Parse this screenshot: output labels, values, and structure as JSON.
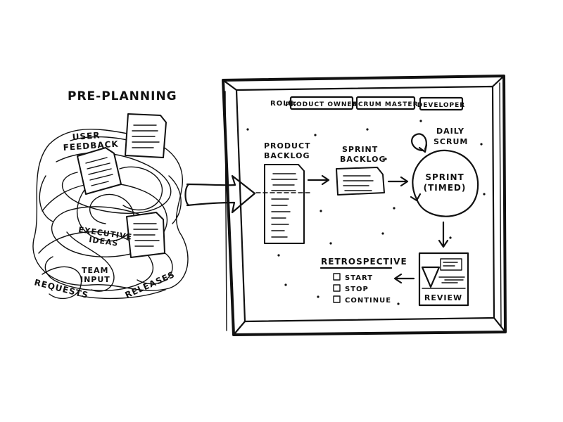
{
  "preplanning": {
    "title": "PRE-PLANNING",
    "labels": {
      "user_feedback_line1": "USER",
      "user_feedback_line2": "FEEDBACK",
      "executive_ideas_line1": "EXECUTIVE",
      "executive_ideas_line2": "IDEAS",
      "team_input_line1": "TEAM",
      "team_input_line2": "INPUT",
      "requests": "REQUESTS",
      "releases": "RELEASES"
    }
  },
  "scrum": {
    "role_label": "ROLE:",
    "roles": [
      "PRODUCT OWNER",
      "SCRUM MASTER",
      "DEVELOPER"
    ],
    "product_backlog_line1": "PRODUCT",
    "product_backlog_line2": "BACKLOG",
    "sprint_backlog_line1": "SPRINT",
    "sprint_backlog_line2": "BACKLOG",
    "daily_scrum_line1": "DAILY",
    "daily_scrum_line2": "SCRUM",
    "sprint_line1": "SPRINT",
    "sprint_line2": "(TIMED)",
    "review": "REVIEW",
    "retrospective": {
      "title": "RETROSPECTIVE",
      "items": [
        "START",
        "STOP",
        "CONTINUE"
      ]
    }
  }
}
